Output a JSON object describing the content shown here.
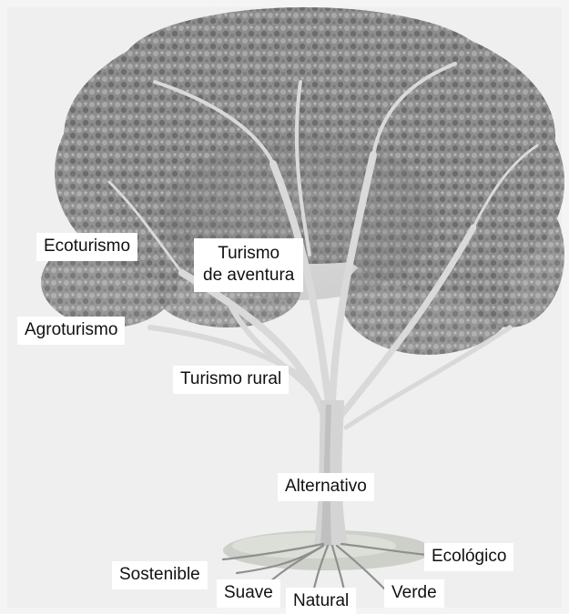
{
  "labels": {
    "ecoturismo": "Ecoturismo",
    "agroturismo": "Agroturismo",
    "turismo_aventura_line1": "Turismo",
    "turismo_aventura_line2": "de aventura",
    "turismo_rural": "Turismo rural",
    "alternativo": "Alternativo",
    "sostenible": "Sostenible",
    "suave": "Suave",
    "natural": "Natural",
    "verde": "Verde",
    "ecologico": "Ecológico"
  },
  "colors": {
    "foliage_dark": "#6f6f6f",
    "foliage_mid": "#8c8c8c",
    "foliage_light": "#a8a8a8",
    "trunk": "#d6d6d6",
    "ground": "#cfd2cc",
    "label_bg": "#ffffff"
  }
}
